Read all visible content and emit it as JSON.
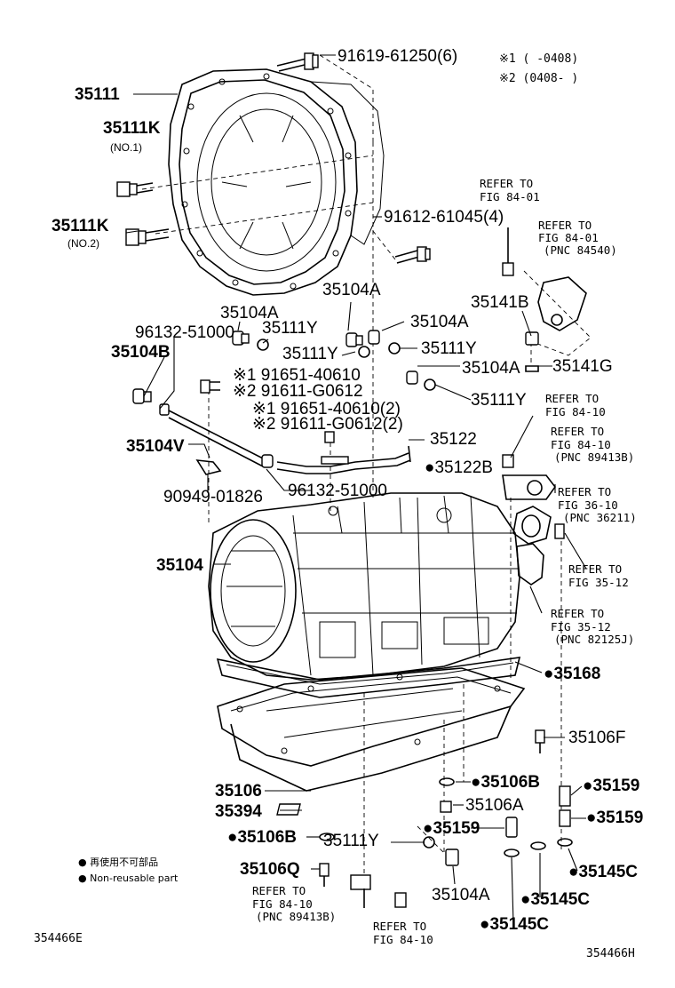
{
  "legend_codes": {
    "code1": "※1 (      -0408)",
    "code2": "※2 (0408-      )"
  },
  "labels": {
    "p91619": "91619-61250(6)",
    "p35111": "35111",
    "p35111K_1": "35111K",
    "p35111K_1_sub": "(NO.1)",
    "p35111K_2": "35111K",
    "p35111K_2_sub": "(NO.2)",
    "p91612": "91612-61045(4)",
    "p35104A_a": "35104A",
    "p35104A_b": "35104A",
    "p35104A_c": "35104A",
    "p35104A_d": "35104A",
    "p35104A_e": "35104A",
    "p35111Y_a": "35111Y",
    "p35111Y_b": "35111Y",
    "p35111Y_c": "35111Y",
    "p35111Y_d": "35111Y",
    "p35111Y_e": "35111Y",
    "p96132_a": "96132-51000",
    "p96132_b": "96132-51000",
    "p35104B": "35104B",
    "p91651_a": "※1 91651-40610",
    "p91611_a": "※2 91611-G0612",
    "p91651_b": "※1 91651-40610(2)",
    "p91611_b": "※2 91611-G0612(2)",
    "p35104V": "35104V",
    "p90949": "90949-01826",
    "p35122": "35122",
    "p35122B": "●35122B",
    "p35141B": "35141B",
    "p35141G": "35141G",
    "p35104": "35104",
    "p35168": "●35168",
    "p35106F": "35106F",
    "p35106": "35106",
    "p35394": "35394",
    "p35106B_a": "●35106B",
    "p35106B_b": "●35106B",
    "p35106A": "35106A",
    "p35159_a": "●35159",
    "p35159_b": "●35159",
    "p35159_c": "●35159",
    "p35106Q": "35106Q",
    "p35145C_a": "●35145C",
    "p35145C_b": "●35145C",
    "p35145C_c": "●35145C"
  },
  "refers": {
    "r1_l1": "REFER TO",
    "r1_l2": "FIG 84-01",
    "r2_l1": "REFER TO",
    "r2_l2": "FIG 84-01",
    "r2_l3": "(PNC 84540)",
    "r3_l1": "REFER TO",
    "r3_l2": "FIG 84-10",
    "r4_l1": "REFER TO",
    "r4_l2": "FIG 84-10",
    "r4_l3": "(PNC 89413B)",
    "r5_l1": "REFER TO",
    "r5_l2": "FIG 36-10",
    "r5_l3": "(PNC 36211)",
    "r6_l1": "REFER TO",
    "r6_l2": "FIG 35-12",
    "r7_l1": "REFER TO",
    "r7_l2": "FIG 35-12",
    "r7_l3": "(PNC 82125J)",
    "r8_l1": "REFER TO",
    "r8_l2": "FIG 84-10",
    "r8_l3": "(PNC 89413B)",
    "r9_l1": "REFER TO",
    "r9_l2": "FIG 84-10"
  },
  "notes": {
    "jp": "● 再使用不可部品",
    "en": "● Non-reusable part"
  },
  "codes": {
    "left": "354466E",
    "right": "354466H"
  }
}
